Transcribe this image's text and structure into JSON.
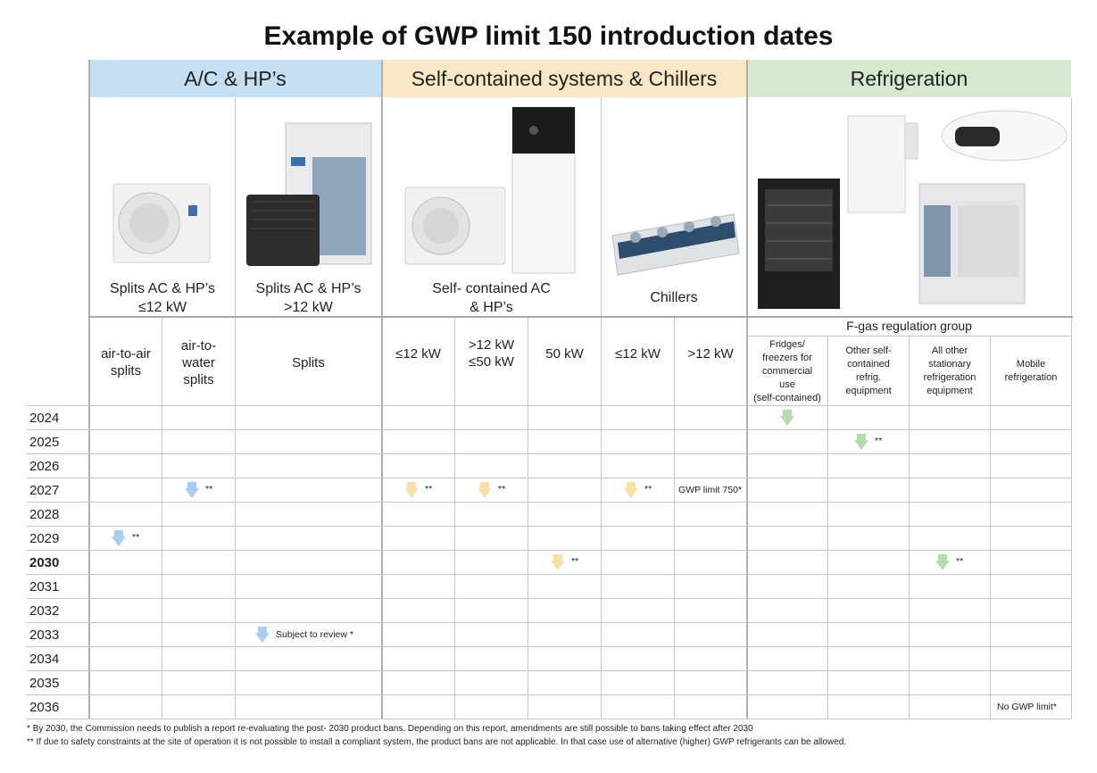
{
  "title": "Example of GWP limit 150 introduction dates",
  "categories": [
    {
      "label": "A/C & HP’s",
      "color": "#c5dff2"
    },
    {
      "label": "Self-contained systems & Chillers",
      "color": "#f9e8c6"
    },
    {
      "label": "Refrigeration",
      "color": "#d7e8cf"
    }
  ],
  "products": {
    "splits_small": "Splits AC & HP’s\n≤12 kW",
    "splits_large": "Splits AC & HP’s\n>12 kW",
    "self_contained": "Self- contained AC\n& HP’s",
    "chillers": "Chillers"
  },
  "fgas_group_label": "F-gas regulation group",
  "subheaders": {
    "air_to_air": "air-to-air\nsplits",
    "air_to_water": "air-to-\nwater\nsplits",
    "splits": "Splits",
    "sc_le12": "≤12 kW",
    "sc_12_50": ">12 kW\n≤50 kW",
    "sc_50": "50 kW",
    "ch_le12": "≤12 kW",
    "ch_gt12": ">12 kW",
    "fridges": "Fridges/\nfreezers for\ncommercial\nuse\n(self-contained)",
    "other_self": "Other self-\ncontained\nrefrig.\nequipment",
    "all_other": "All other\nstationary\nrefrigeration\nequipment",
    "mobile": "Mobile\nrefrigeration"
  },
  "years": [
    "2024",
    "2025",
    "2026",
    "2027",
    "2028",
    "2029",
    "2030",
    "2031",
    "2032",
    "2033",
    "2034",
    "2035",
    "2036"
  ],
  "bold_year": "2030",
  "notes": {
    "double_star": "**",
    "subject_to_review": "Subject to review *",
    "gwp_limit_750": "GWP limit 750*",
    "no_gwp_limit": "No GWP limit*"
  },
  "colors": {
    "blue_arrow": "#a9cdee",
    "yellow_arrow": "#f8dfa8",
    "green_arrow": "#b9d9b0"
  },
  "footnotes": [
    "* By 2030, the Commission needs to publish a report re-evaluating the post- 2030 product bans. Depending on this report, amendments are still possible to bans taking effect after 2030",
    "** If due to safety constraints at the site of operation it is not possible to install a compliant system, the product bans are not applicable. In that case use of alternative (higher) GWP refrigerants can be allowed."
  ]
}
